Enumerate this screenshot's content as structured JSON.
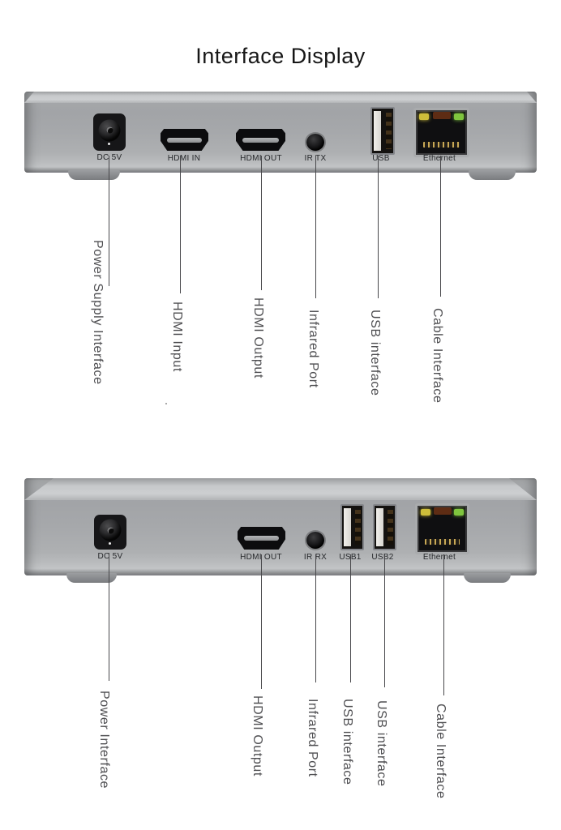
{
  "title": "Interface Display",
  "colors": {
    "device_silver": "#a6a8ab",
    "ethernet_led_yellow": "#cdbd3a",
    "ethernet_led_green": "#7fc63e",
    "callout_text": "#4f4f52"
  },
  "transmitter": {
    "ports": {
      "dc": "DC 5V",
      "hdmi_in": "HDMI IN",
      "hdmi_out": "HDMI OUT",
      "ir": "IR TX",
      "usb": "USB",
      "ethernet": "Ethernet"
    },
    "callouts": {
      "power": "Power Supply Interface",
      "hdmi_in": "HDMI Input",
      "hdmi_out": "HDMI Output",
      "ir": "Infrared Port",
      "usb": "USB interface",
      "cable": "Cable Interface"
    }
  },
  "receiver": {
    "ports": {
      "dc": "DC 5V",
      "hdmi_out": "HDMI OUT",
      "ir": "IR RX",
      "usb1": "USB1",
      "usb2": "USB2",
      "ethernet": "Ethernet"
    },
    "callouts": {
      "power": "Power Interface",
      "hdmi_out": "HDMI Output",
      "ir": "Infrared Port",
      "usb1": "USB interface",
      "usb2": "USB interface",
      "cable": "Cable Interface"
    }
  }
}
